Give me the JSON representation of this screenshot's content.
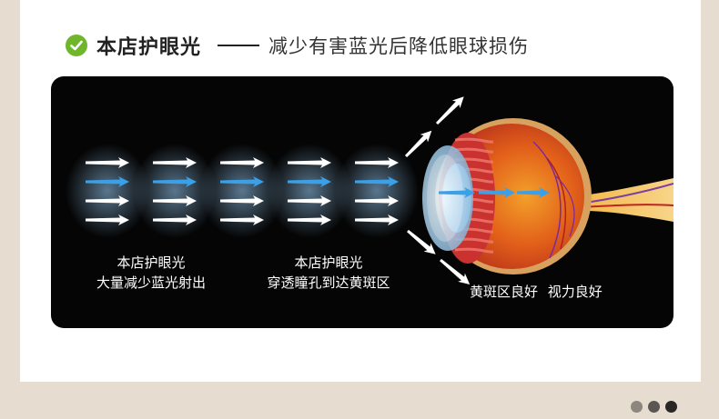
{
  "header": {
    "title": "本店护眼光",
    "subtitle": "减少有害蓝光后降低眼球损伤"
  },
  "captions": {
    "left": [
      "本店护眼光",
      "大量减少蓝光射出"
    ],
    "middle": [
      "本店护眼光",
      "穿透瞳孔到达黄斑区"
    ],
    "right": "黄斑区良好 视力良好"
  },
  "colors": {
    "check_green": "#6fb62c",
    "blue_arrow": "#3aa0e8",
    "panel_bg": "#050505",
    "page_bg": "#e6dcd0"
  },
  "pagination": {
    "count": 3,
    "dot_colors": [
      "#8c8580",
      "#5c5652",
      "#2a2624"
    ]
  },
  "icons": [
    "check-icon",
    "eye-illustration",
    "arrow-icon"
  ]
}
